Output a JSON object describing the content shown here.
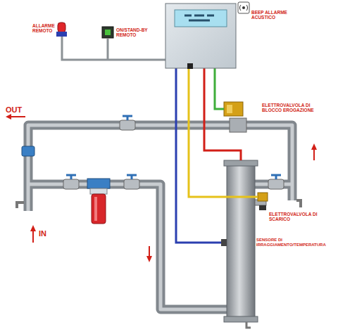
{
  "diagram": {
    "labels": [
      "ALLARME REMOTO",
      "ON/STAND-BY REMOTO",
      "BEEP ALLARME ACUSTICO",
      "ELETTROVALVOLA DI BLOCCO EROGAZIONE",
      "OUT",
      "IN",
      "ELETTROVALVOLA DI SCARICO",
      "SENSORE DI IRRAGGIAMENTO/TEMPERATURA"
    ]
  }
}
